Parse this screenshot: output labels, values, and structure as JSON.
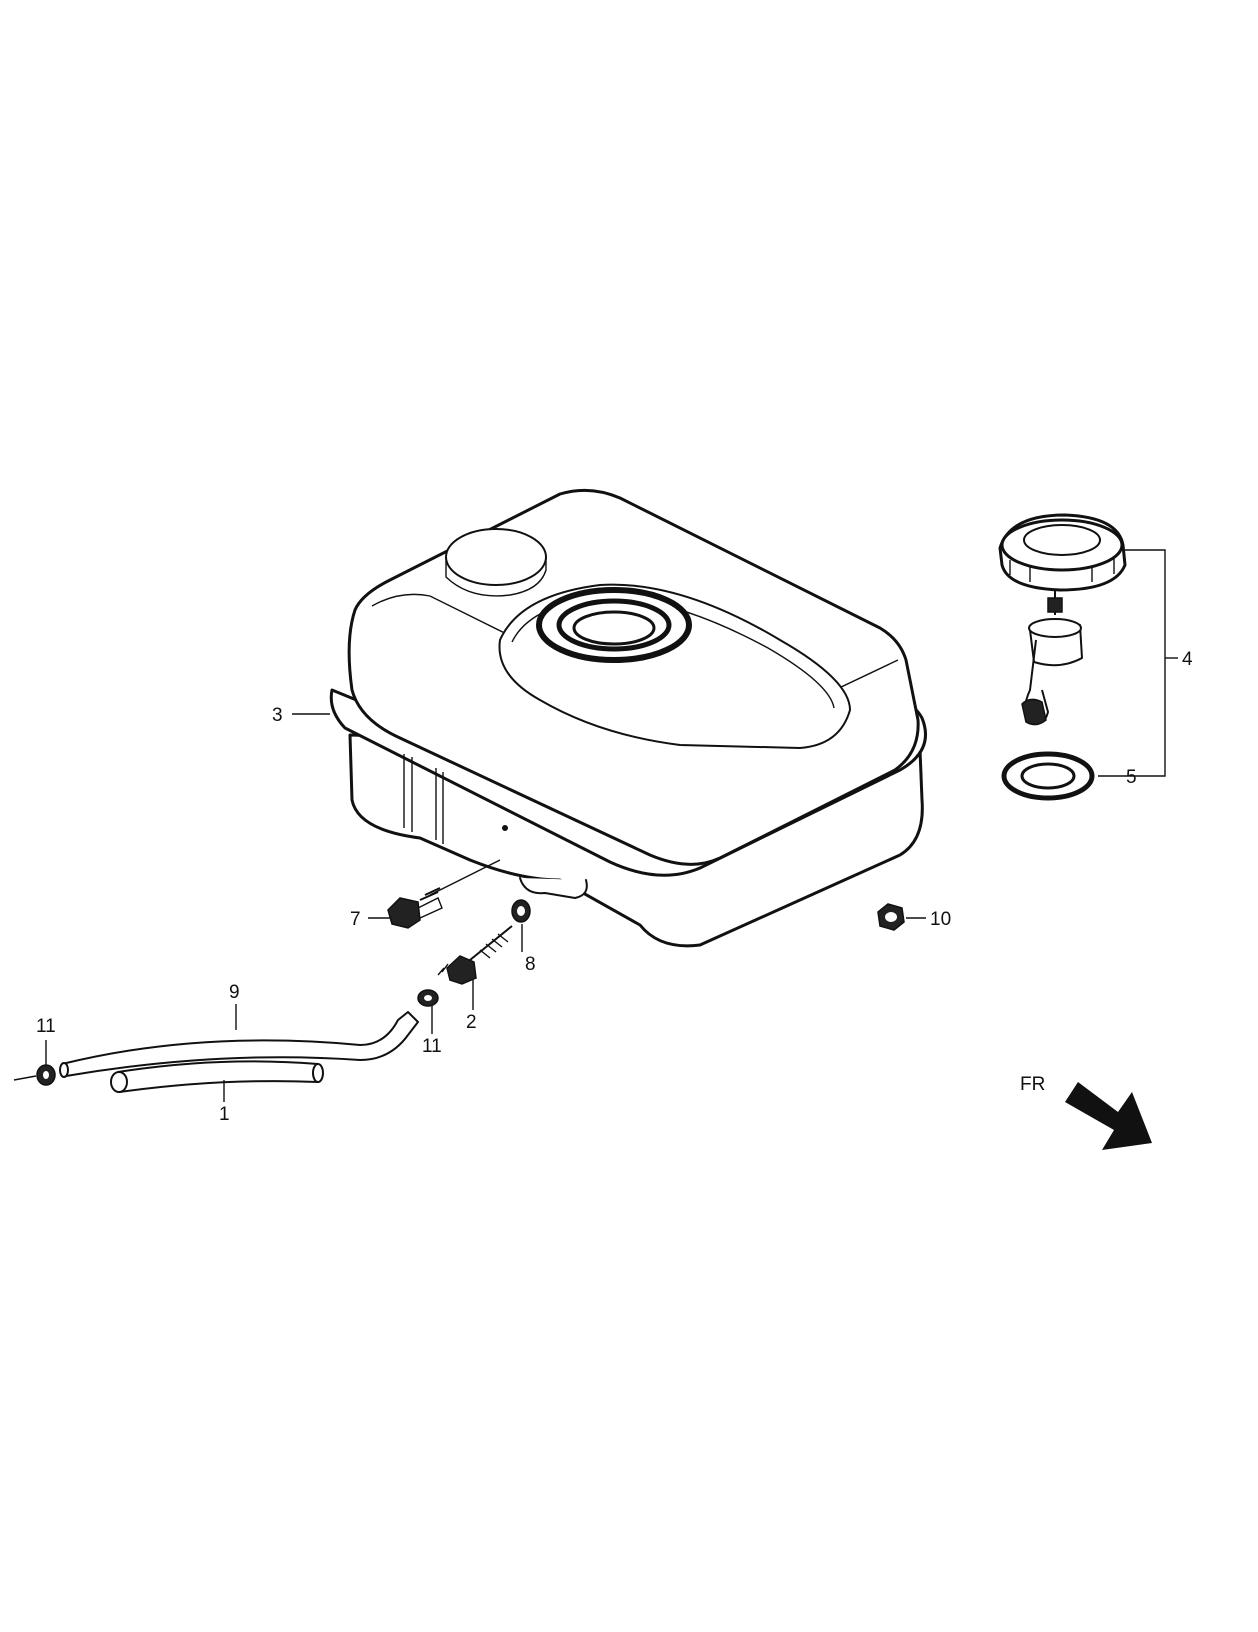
{
  "callouts": {
    "c1": "1",
    "c2": "2",
    "c3": "3",
    "c4": "4",
    "c5": "5",
    "c7": "7",
    "c8": "8",
    "c9": "9",
    "c10": "10",
    "c11a": "11",
    "c11b": "11"
  },
  "direction_label": "FR",
  "icons": {
    "direction_arrow": "arrow-down-right-icon"
  }
}
